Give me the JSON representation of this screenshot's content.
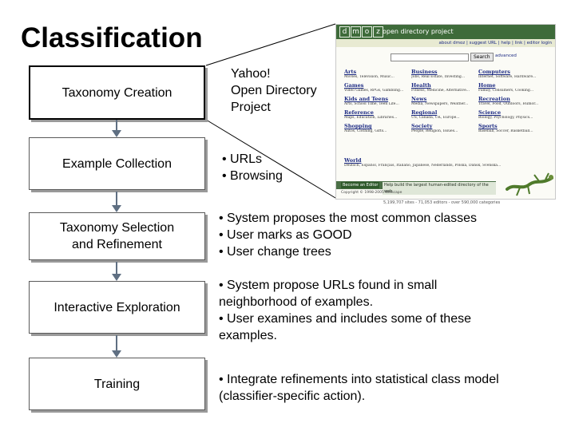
{
  "title": "Classification",
  "stages": [
    {
      "label": "Taxonomy Creation"
    },
    {
      "label": "Example Collection"
    },
    {
      "label": "Taxonomy Selection\nand Refinement"
    },
    {
      "label": "Interactive Exploration"
    },
    {
      "label": "Training"
    }
  ],
  "yahoo_label": [
    "Yahoo!",
    "Open Directory",
    "Project"
  ],
  "descriptions": {
    "example_collection": [
      "• URLs",
      "• Browsing"
    ],
    "selection": [
      "• System proposes the most common classes",
      "• User marks as GOOD",
      "• User change trees"
    ],
    "exploration": [
      "• System propose URLs found in small",
      "neighborhood of examples.",
      "• User examines and includes some of these",
      "examples."
    ],
    "training": [
      "• Integrate refinements into statistical class model",
      "(classifier-specific action)."
    ]
  },
  "dmoz": {
    "logo_letters": [
      "d",
      "m",
      "o",
      "z"
    ],
    "name": "open directory project",
    "top_links": "about dmoz | suggest URL | help | link | editor login",
    "search_button": "Search",
    "advanced_link": "advanced",
    "categories": [
      {
        "head": "Arts",
        "sub": "Movies, Television, Music..."
      },
      {
        "head": "Business",
        "sub": "Jobs, Real Estate, Investing..."
      },
      {
        "head": "Computers",
        "sub": "Internet, Software, Hardware..."
      },
      {
        "head": "Games",
        "sub": "Video Games, RPGs, Gambling..."
      },
      {
        "head": "Health",
        "sub": "Fitness, Medicine, Alternative..."
      },
      {
        "head": "Home",
        "sub": "Family, Consumers, Cooking..."
      },
      {
        "head": "Kids and Teens",
        "sub": "Arts, School Time, Teen Life..."
      },
      {
        "head": "News",
        "sub": "Media, Newspapers, Weather..."
      },
      {
        "head": "Recreation",
        "sub": "Travel, Food, Outdoors, Humor..."
      },
      {
        "head": "Reference",
        "sub": "Maps, Education, Libraries..."
      },
      {
        "head": "Regional",
        "sub": "US, Canada, UK, Europe..."
      },
      {
        "head": "Science",
        "sub": "Biology, Psychology, Physics..."
      },
      {
        "head": "Shopping",
        "sub": "Autos, Clothing, Gifts..."
      },
      {
        "head": "Society",
        "sub": "People, Religion, Issues..."
      },
      {
        "head": "Sports",
        "sub": "Baseball, Soccer, Basketball..."
      }
    ],
    "world": {
      "head": "World",
      "sub": "Deutsch, Español, Français, Italiano, Japanese, Nederlands, Polska, Dansk, Svenska..."
    },
    "footer_button": "Become an Editor",
    "footer_text": "Help build the largest human-edited directory of the web",
    "copyright": "Copyright © 1998-2005 Netscape",
    "stats": "5,199,707 sites - 71,053 editors - over 590,000 categories"
  }
}
